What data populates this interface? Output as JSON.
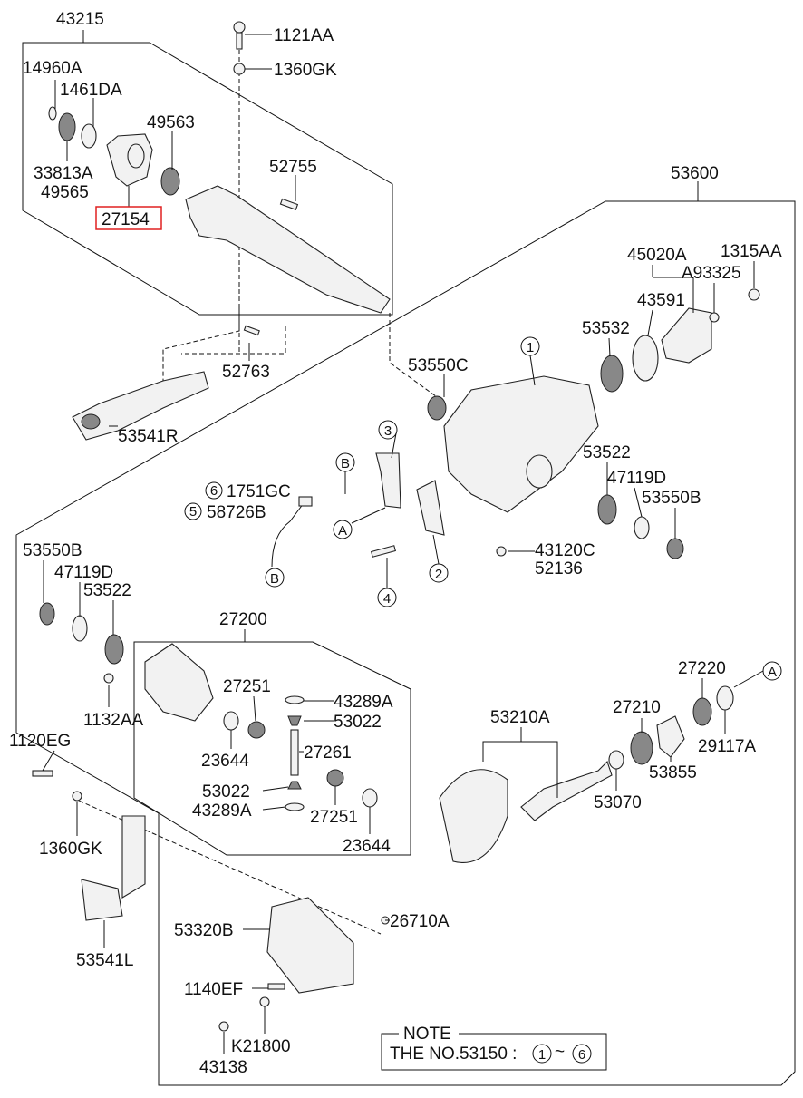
{
  "labels": [
    "43215",
    "1121AA",
    "1360GK",
    "14960A",
    "1461DA",
    "49563",
    "33813A",
    "49565",
    "52755",
    "27154",
    "53600",
    "45020A",
    "1315AA",
    "A93325",
    "43591",
    "53532",
    "52763",
    "53550C",
    "53541R",
    "1751GC",
    "58726B",
    "53522",
    "47119D",
    "53550B",
    "43120C",
    "52136",
    "53550B",
    "47119D",
    "53522",
    "27200",
    "1132AA",
    "27251",
    "43289A",
    "53022",
    "27261",
    "23644",
    "53022",
    "43289A",
    "27251",
    "23644",
    "1120EG",
    "1360GK",
    "53541L",
    "53210A",
    "27220",
    "27210",
    "29117A",
    "53855",
    "53070",
    "26710A",
    "53320B",
    "1140EF",
    "K21800",
    "43138"
  ],
  "callouts": [
    "1",
    "2",
    "3",
    "4",
    "5",
    "6",
    "A",
    "B"
  ],
  "highlighted_part": "27154",
  "highlight_color": "#e02020",
  "note": {
    "title": "NOTE",
    "text": "THE NO.53150 :",
    "range_start": "1",
    "range_sep": "~",
    "range_end": "6"
  }
}
